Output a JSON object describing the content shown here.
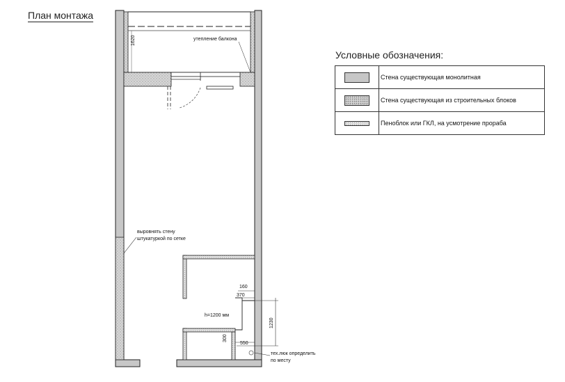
{
  "title": "План монтажа",
  "plan": {
    "notes": {
      "balcony_insulation": "утепление балкона",
      "level_wall_line1": "выровнять стену",
      "level_wall_line2": "штукатуркой по сетке",
      "hatch_line1": "тех.люк определить",
      "hatch_line2": "по месту"
    },
    "dimensions": {
      "balcony_depth": "1620",
      "d_160": "160",
      "d_370": "370",
      "height_note": "h=1200 мм",
      "d_1230": "1230",
      "d_550": "550",
      "d_300": "300"
    }
  },
  "legend": {
    "title": "Условные обозначения:",
    "items": [
      {
        "type": "monolithic",
        "label": "Стена существующая монолитная"
      },
      {
        "type": "blocks",
        "label": "Стена существующая из строительных блоков"
      },
      {
        "type": "foam",
        "label": "Пеноблок или ГКЛ, на усмотрение прораба"
      }
    ]
  },
  "colors": {
    "monolithic_fill": "#c7c7c7",
    "block_fill": "#d4d4d4",
    "foam_fill": "#e2e2e2",
    "line": "#111111"
  }
}
